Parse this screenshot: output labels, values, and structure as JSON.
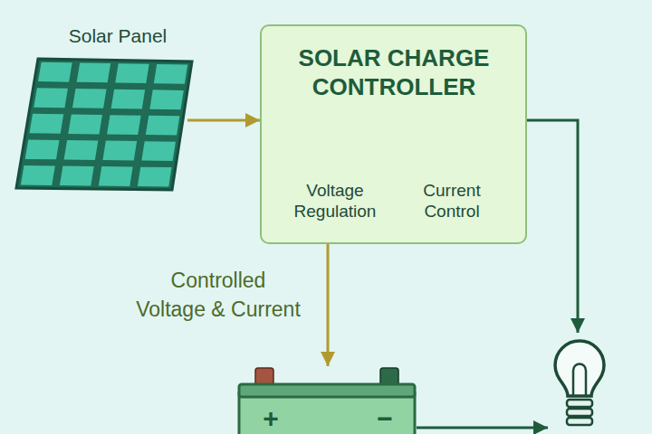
{
  "diagram": {
    "nodes": [
      {
        "text": [
          "Solar Panel"
        ]
      },
      {
        "text": [
          "SOLAR CHARGE CONTROLLER",
          "Voltage Regulation",
          "Current Control"
        ]
      },
      {
        "text": [
          "+",
          "−"
        ]
      },
      {
        "text": []
      }
    ],
    "edges": [
      {
        "from": 0,
        "to": 1,
        "arrow": "to"
      },
      {
        "from": 1,
        "to": 2,
        "arrow": "to",
        "label": "Controlled Voltage & Current"
      },
      {
        "from": 1,
        "to": 3,
        "arrow": "to"
      },
      {
        "from": 2,
        "to": 3,
        "arrow": "to"
      }
    ]
  }
}
